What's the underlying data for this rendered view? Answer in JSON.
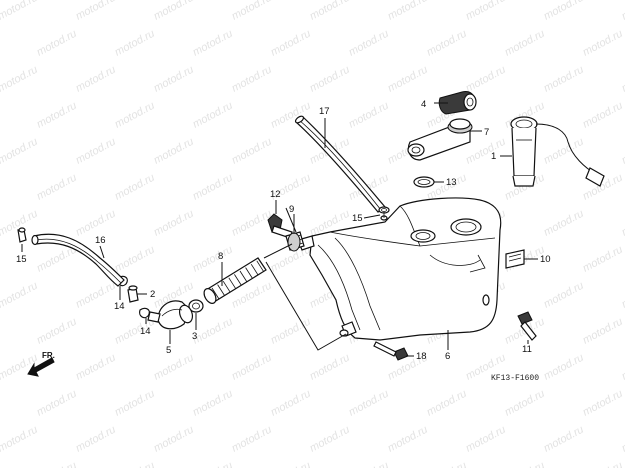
{
  "watermark": {
    "text": "motod.ru"
  },
  "diagram_code": "KF13-F1600",
  "direction_label": "FR.",
  "callouts": {
    "c1": "1",
    "c2": "2",
    "c3": "3",
    "c4": "4",
    "c5": "5",
    "c6": "6",
    "c7": "7",
    "c8": "8",
    "c9": "9",
    "c10": "10",
    "c11": "11",
    "c12": "12",
    "c13": "13",
    "c14a": "14",
    "c14b": "14",
    "c15a": "15",
    "c15b": "15",
    "c16": "16",
    "c17": "17",
    "c18": "18"
  },
  "colors": {
    "line": "#111111",
    "watermark": "#e3e3e3",
    "background": "#ffffff"
  }
}
